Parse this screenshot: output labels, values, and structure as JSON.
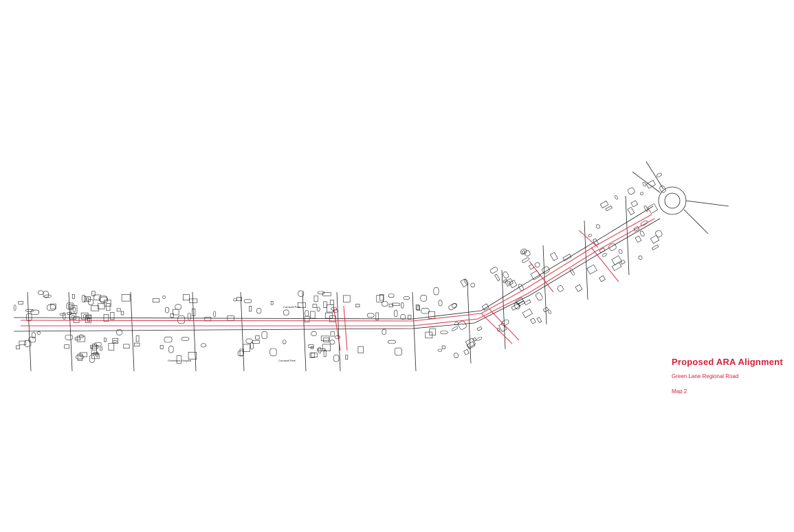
{
  "legend": {
    "title": "Proposed ARA Alignment",
    "subtitle": "Green Lane Regional Road",
    "map_number": "Map 2"
  },
  "labels": {
    "park_north": "Cornwall Park",
    "park_south": "Cornwall Park",
    "hospital": "Greenlane Hospital"
  },
  "colors": {
    "alignment": "#d8203a",
    "linework": "#222222",
    "background": "#ffffff"
  }
}
